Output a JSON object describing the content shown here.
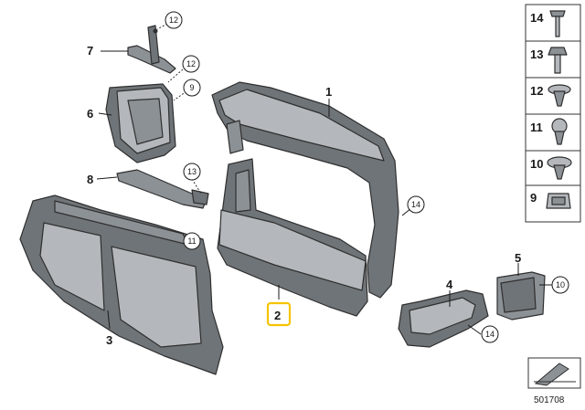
{
  "diagram": {
    "reference_number": "501708",
    "callouts": [
      {
        "id": "c1",
        "label": "1"
      },
      {
        "id": "c2",
        "label": "2",
        "highlighted": true
      },
      {
        "id": "c3",
        "label": "3"
      },
      {
        "id": "c4",
        "label": "4"
      },
      {
        "id": "c5",
        "label": "5"
      },
      {
        "id": "c6",
        "label": "6"
      },
      {
        "id": "c7",
        "label": "7"
      },
      {
        "id": "c8",
        "label": "8"
      }
    ],
    "circled_callouts": [
      {
        "id": "k12a",
        "label": "12"
      },
      {
        "id": "k12b",
        "label": "12"
      },
      {
        "id": "k9",
        "label": "9"
      },
      {
        "id": "k13",
        "label": "13"
      },
      {
        "id": "k11",
        "label": "11"
      },
      {
        "id": "k14a",
        "label": "14"
      },
      {
        "id": "k14b",
        "label": "14"
      },
      {
        "id": "k10",
        "label": "10"
      }
    ],
    "legend": [
      {
        "label": "14",
        "part": "bolt"
      },
      {
        "label": "13",
        "part": "hex-bolt-with-washer"
      },
      {
        "label": "12",
        "part": "expanding-rivet"
      },
      {
        "label": "11",
        "part": "expanding-rivet-round"
      },
      {
        "label": "10",
        "part": "expanding-rivet-wide"
      },
      {
        "label": "9",
        "part": "clip-nut"
      }
    ],
    "colors": {
      "highlight": "#f5c400",
      "part_dark": "#6f7478",
      "part_mid": "#8c9196",
      "part_light": "#b4b8bc"
    }
  }
}
